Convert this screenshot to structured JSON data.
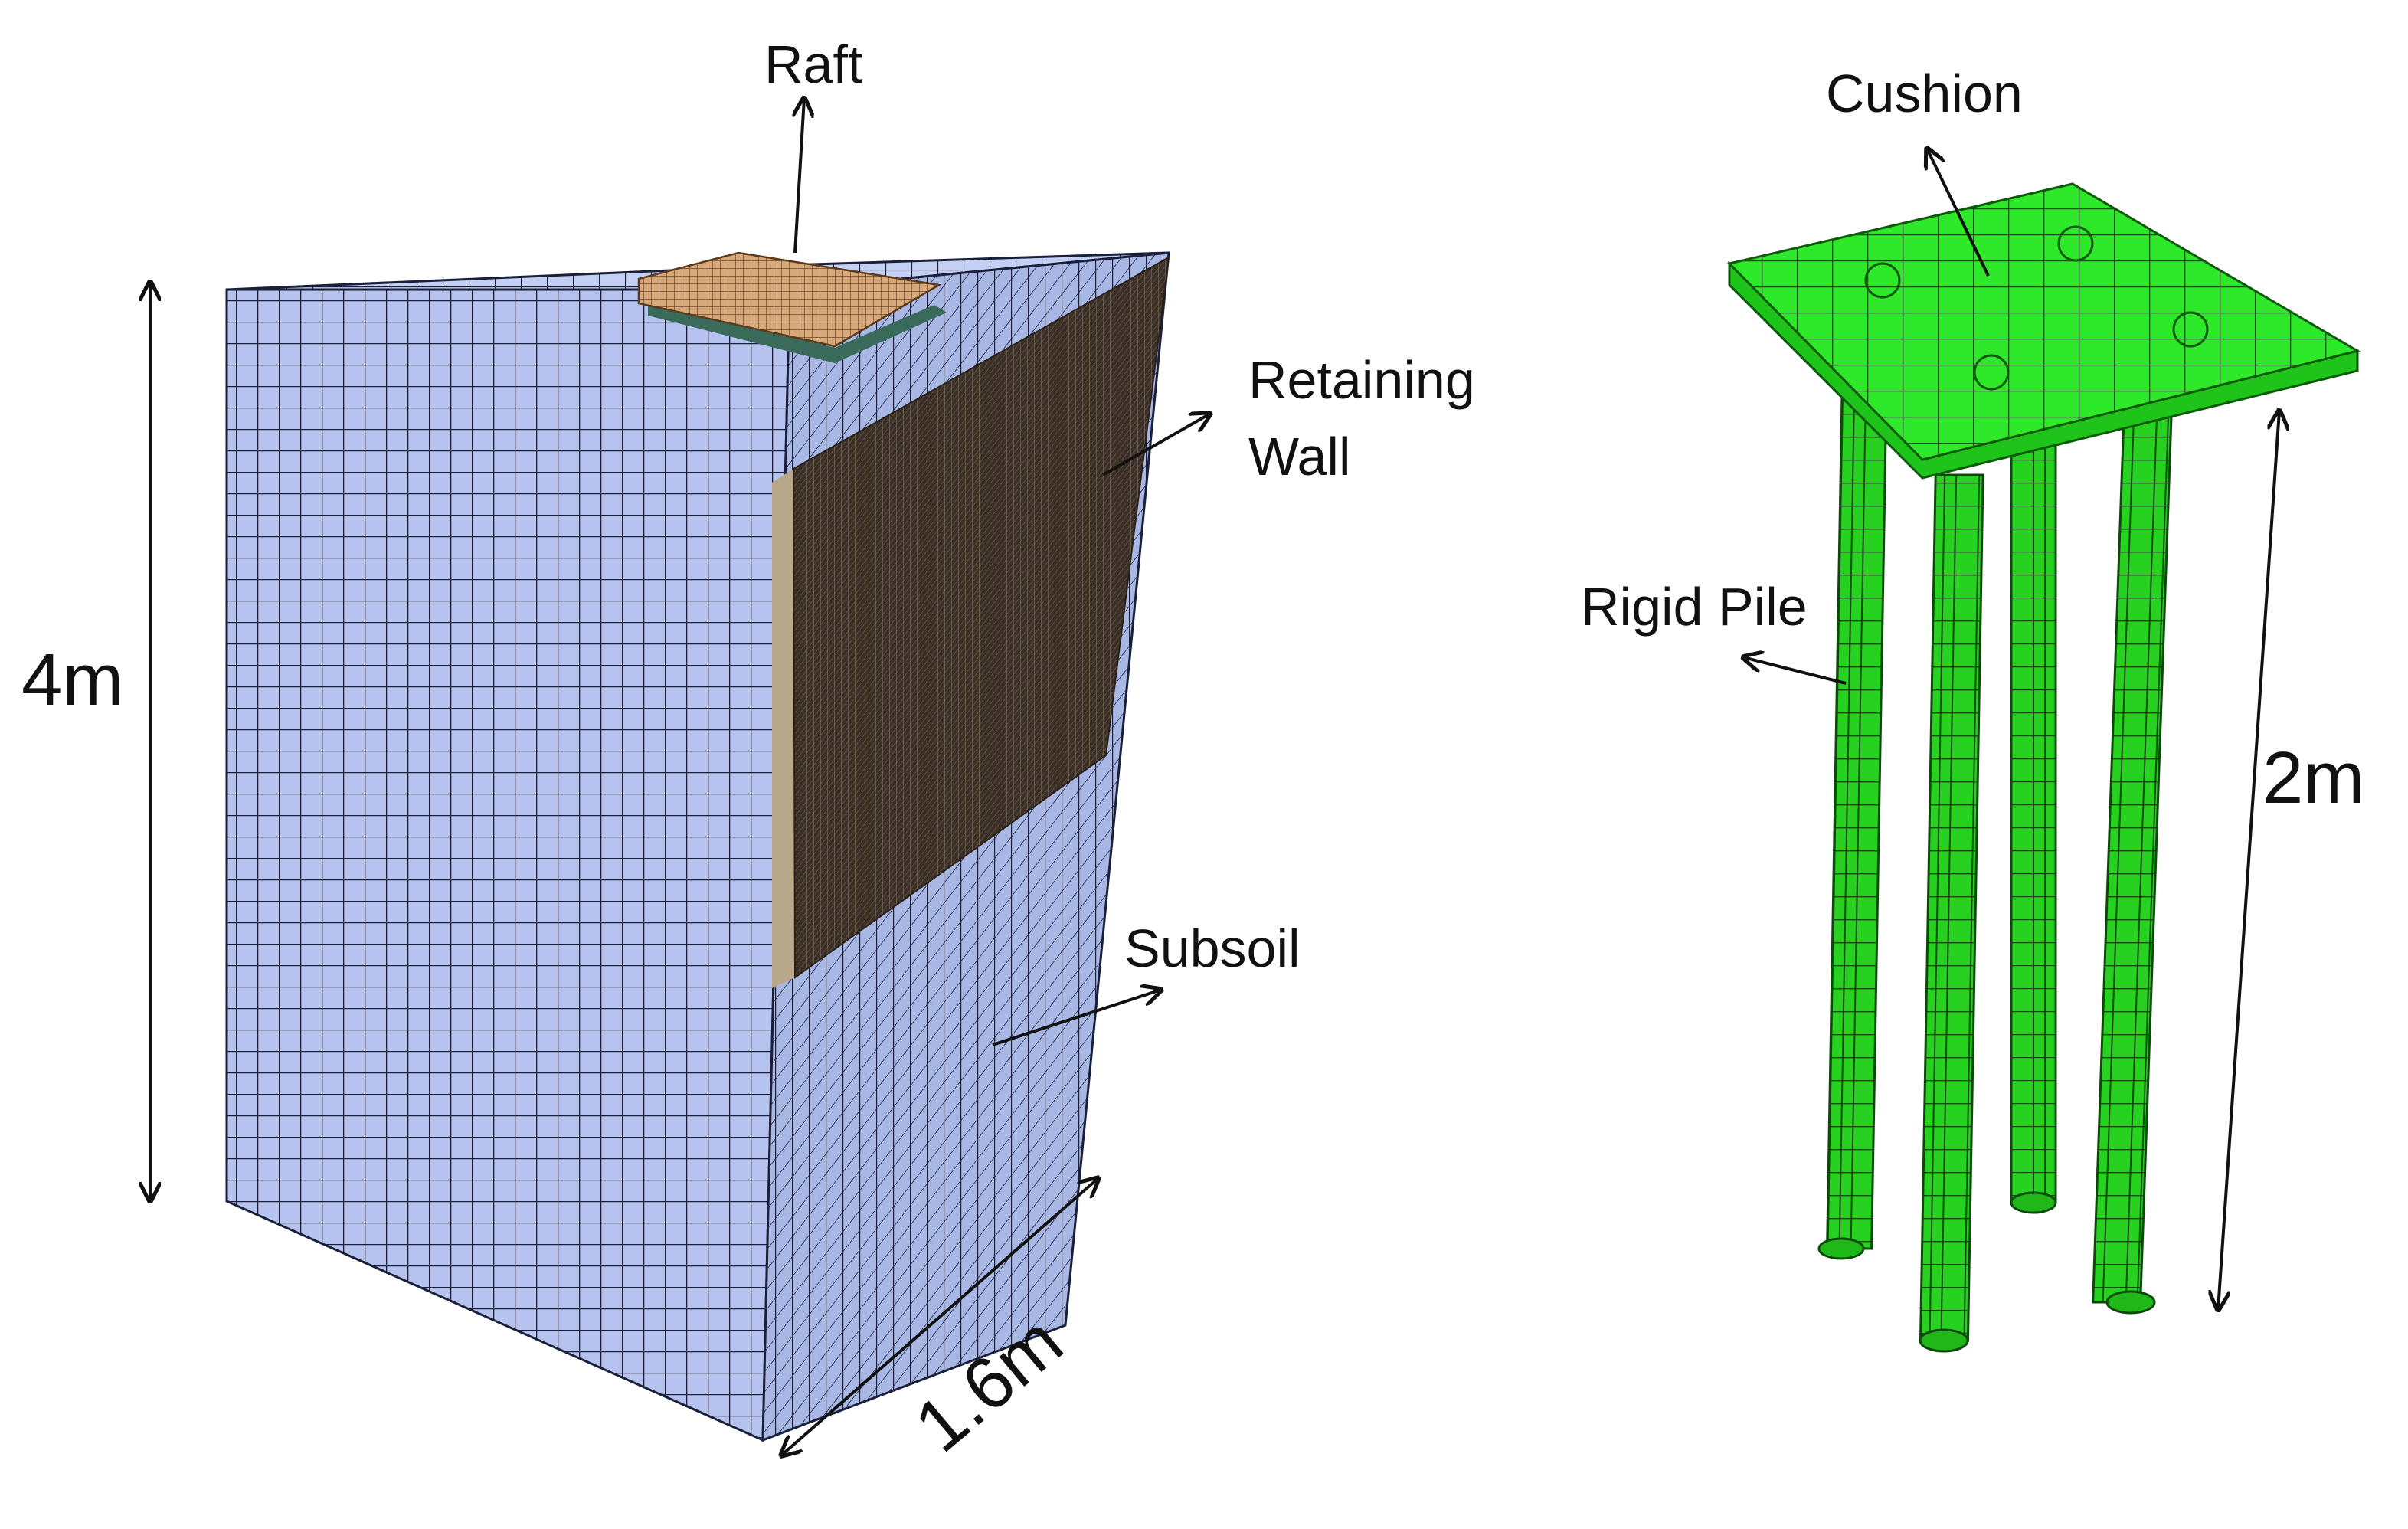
{
  "labels": {
    "raft": "Raft",
    "retaining_wall_line1": "Retaining",
    "retaining_wall_line2": "Wall",
    "subsoil": "Subsoil",
    "height_dim": "4m",
    "depth_dim": "1.6m",
    "cushion": "Cushion",
    "rigid_pile": "Rigid Pile",
    "pile_length_dim": "2m"
  },
  "colors": {
    "subsoil_front": "#b5c3ee",
    "subsoil_side": "#a8b7e4",
    "subsoil_top": "#c3cff3",
    "mesh_line": "#1a1f3a",
    "retaining_wall": "#3b3028",
    "retaining_wall_edge": "#b9a98a",
    "raft": "#d8a878",
    "cushion_green": "#2ee82a",
    "pile_green": "#26d21f",
    "arrow": "#111111"
  }
}
